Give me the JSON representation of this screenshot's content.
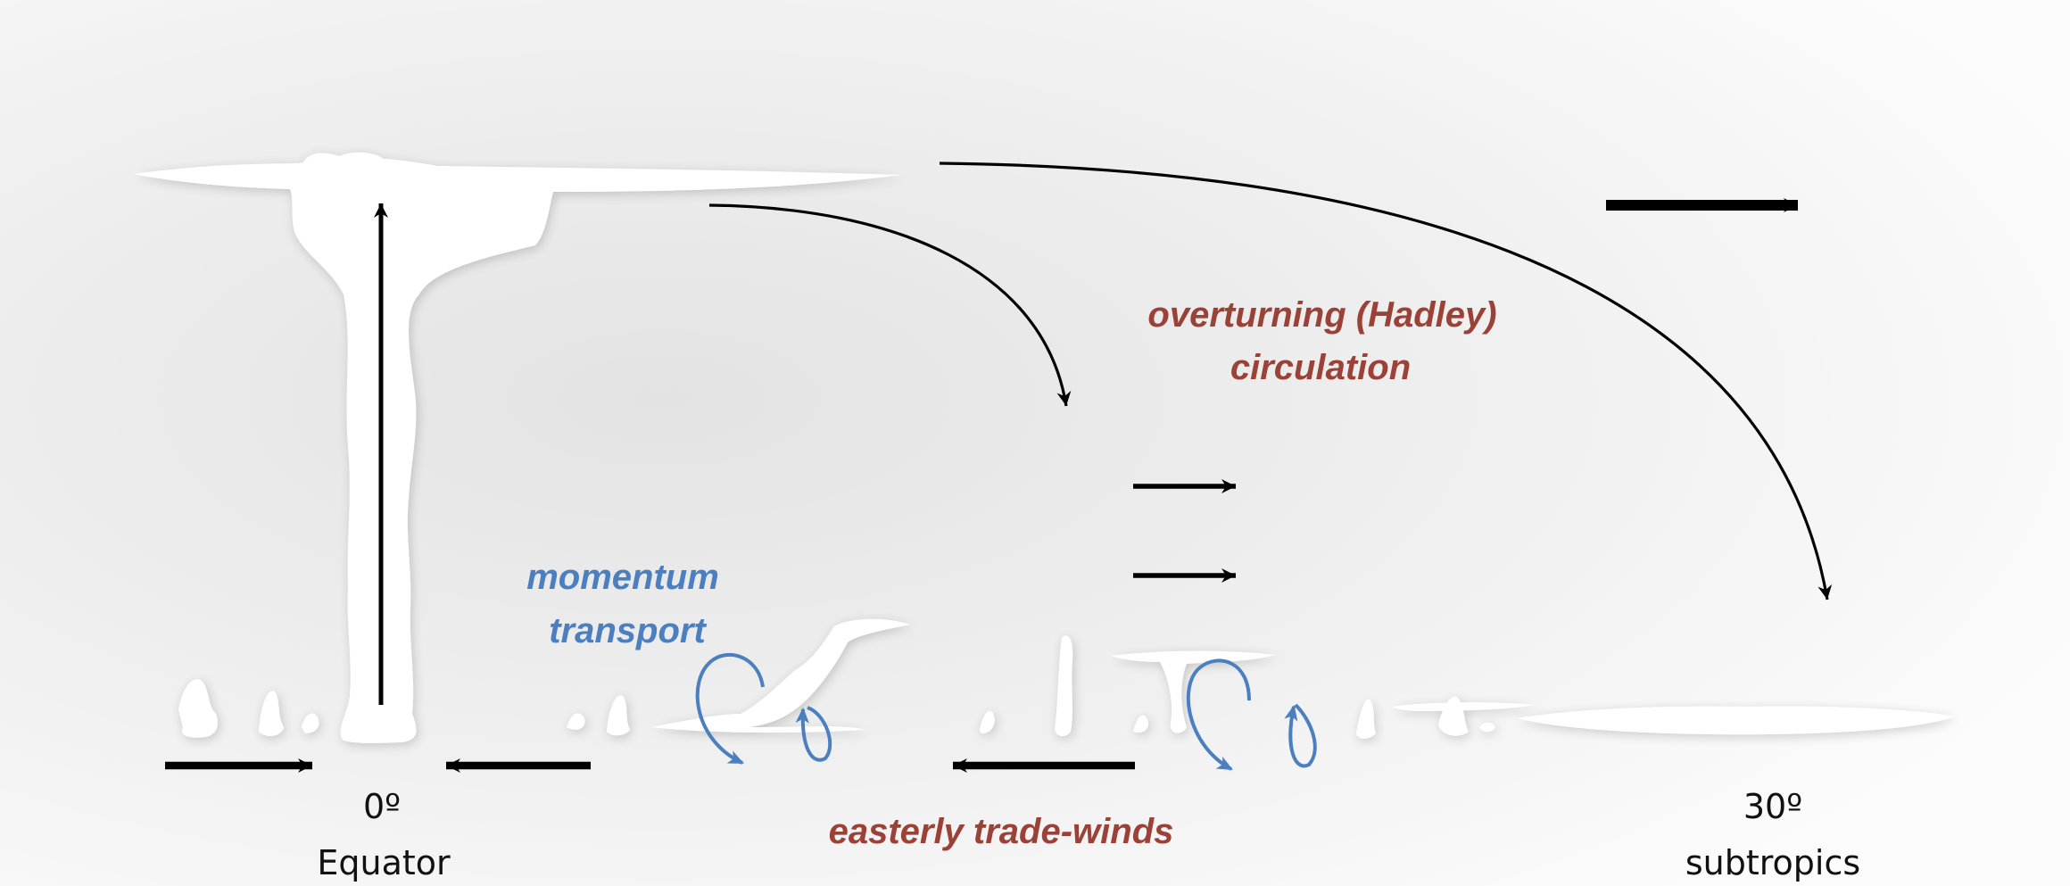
{
  "labels": {
    "hadley_line1": "overturning (Hadley)",
    "hadley_line2": "circulation",
    "momentum_line1": "momentum",
    "momentum_line2": "transport",
    "trade_winds": "easterly trade-winds",
    "equator_degree": "0º",
    "equator_name": "Equator",
    "subtropics_degree": "30º",
    "subtropics_name": "subtropics"
  },
  "colors": {
    "background": "#f2f2f2",
    "cloud": "#ffffff",
    "arrow": "#000000",
    "hadley_text": "#9b4238",
    "momentum": "#4b7fbf",
    "axis_text": "#111111"
  }
}
